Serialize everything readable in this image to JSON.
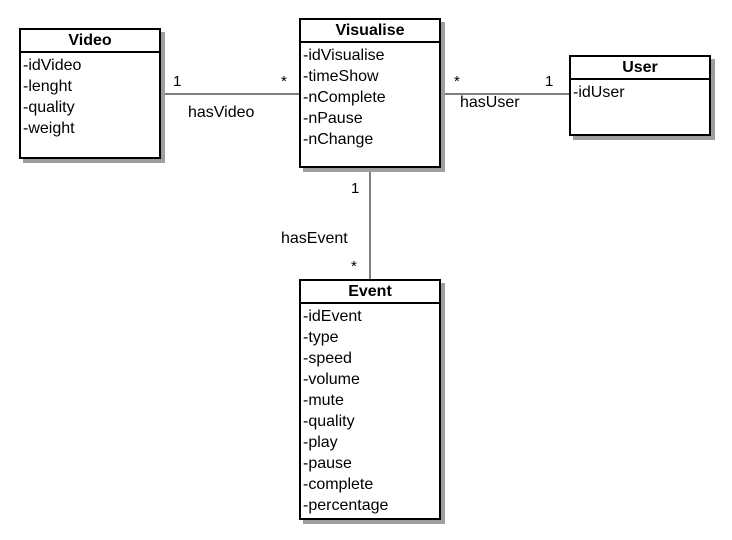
{
  "classes": {
    "video": {
      "name": "Video",
      "attributes": [
        "-idVideo",
        "-lenght",
        "-quality",
        "-weight"
      ]
    },
    "visualise": {
      "name": "Visualise",
      "attributes": [
        "-idVisualise",
        "-timeShow",
        "-nComplete",
        "-nPause",
        "-nChange"
      ]
    },
    "user": {
      "name": "User",
      "attributes": [
        "-idUser"
      ]
    },
    "event": {
      "name": "Event",
      "attributes": [
        "-idEvent",
        "-type",
        "-speed",
        "-volume",
        "-mute",
        "-quality",
        "-play",
        "-pause",
        "-complete",
        "-percentage"
      ]
    }
  },
  "associations": {
    "has_video": {
      "label": "hasVideo",
      "mult_video": "1",
      "mult_visualise": "*"
    },
    "has_user": {
      "label": "hasUser",
      "mult_visualise": "*",
      "mult_user": "1"
    },
    "has_event": {
      "label": "hasEvent",
      "mult_visualise": "1",
      "mult_event": "*"
    }
  },
  "colors": {
    "line": "#000000",
    "connector": "#555555",
    "shadow": "#9e9e9e",
    "background": "#ffffff"
  }
}
